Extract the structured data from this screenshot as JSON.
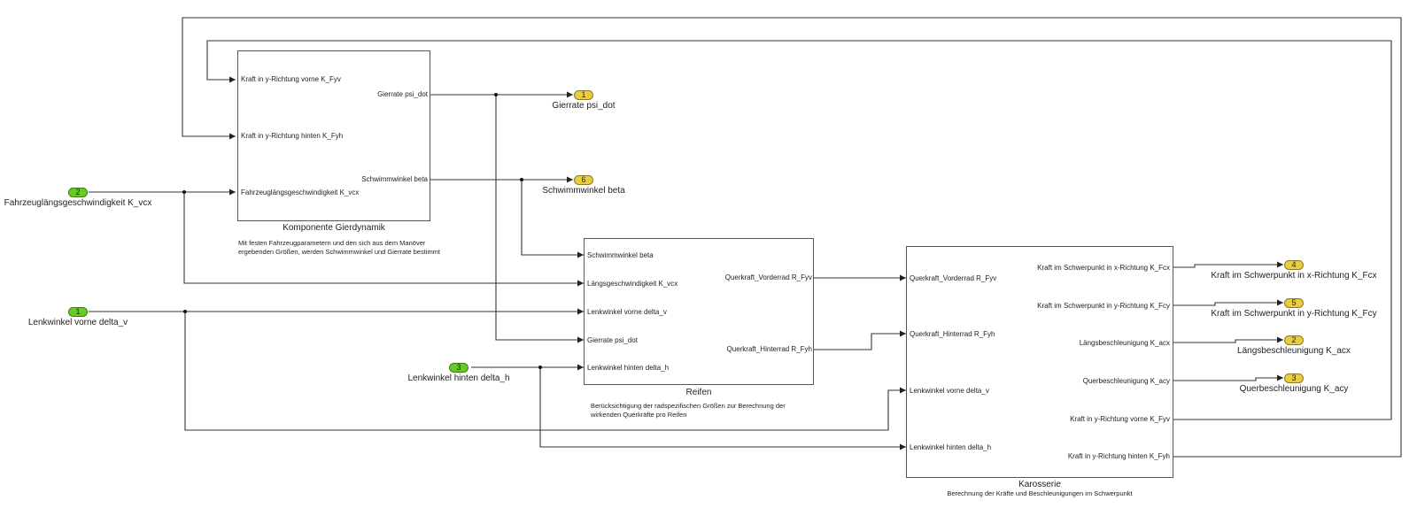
{
  "diagram": {
    "type": "simulink-block-diagram",
    "colors": {
      "inport_fill": "#66cc22",
      "outport_fill": "#e8cc44",
      "line": "#333333",
      "block_border": "#555555"
    },
    "blocks": {
      "gierdynamik": {
        "title": "Komponente Gierdynamik",
        "description_lines": [
          "Mit festen Fahrzeugparametern und den sich aus dem Manöver",
          "ergebenden Größen, werden Schwimmwinkel und Gierrate bestimmt"
        ],
        "inputs": [
          "Kraft in y-Richtung vorne K_Fyv",
          "Kraft in y-Richtung hinten K_Fyh",
          "Fahrzeuglängsgeschwindigkeit K_vcx"
        ],
        "outputs": [
          "Gierrate psi_dot",
          "Schwimmwinkel beta"
        ]
      },
      "reifen": {
        "title": "Reifen",
        "description_lines": [
          "Berücksichtigung der radspezifischen Größen zur Berechnung der",
          "wirkenden Querkräfte pro Reifen"
        ],
        "inputs": [
          "Schwimmwinkel beta",
          "Längsgeschwindigkeit K_vcx",
          "Lenkwinkel vorne delta_v",
          "Gierrate psi_dot",
          "Lenkwinkel hinten delta_h"
        ],
        "outputs": [
          "Querkraft_Vorderrad R_Fyv",
          "Querkraft_Hinterrad R_Fyh"
        ]
      },
      "karosserie": {
        "title": "Karosserie",
        "description_lines": [
          "Berechnung der Kräfte und Beschleunigungen im Schwerpunkt"
        ],
        "inputs": [
          "Querkraft_Vorderrad R_Fyv",
          "Querkraft_Hinterrad R_Fyh",
          "Lenkwinkel vorne delta_v",
          "Lenkwinkel hinten delta_h"
        ],
        "outputs": [
          "Kraft im Schwerpunkt in x-Richtung K_Fcx",
          "Kraft im Schwerpunkt in y-Richtung K_Fcy",
          "Längsbeschleunigung K_acx",
          "Querbeschleunigung K_acy",
          "Kraft in y-Richtung vorne K_Fyv",
          "Kraft in y-Richtung hinten K_Fyh"
        ]
      }
    },
    "inports": [
      {
        "number": "2",
        "label": "Fahrzeuglängsgeschwindigkeit K_vcx"
      },
      {
        "number": "1",
        "label": "Lenkwinkel vorne delta_v"
      },
      {
        "number": "3",
        "label": "Lenkwinkel hinten delta_h"
      }
    ],
    "outports": [
      {
        "number": "1",
        "label": "Gierrate psi_dot"
      },
      {
        "number": "6",
        "label": "Schwimmwinkel beta"
      },
      {
        "number": "4",
        "label": "Kraft im Schwerpunkt in x-Richtung K_Fcx"
      },
      {
        "number": "5",
        "label": "Kraft im Schwerpunkt in y-Richtung K_Fcy"
      },
      {
        "number": "2",
        "label": "Längsbeschleunigung K_acx"
      },
      {
        "number": "3",
        "label": "Querbeschleunigung K_acy"
      }
    ],
    "connections": [
      {
        "from": "inport 2",
        "to": [
          "gierdynamik.Fahrzeuglängsgeschwindigkeit K_vcx",
          "reifen.Längsgeschwindigkeit K_vcx"
        ]
      },
      {
        "from": "inport 1",
        "to": [
          "reifen.Lenkwinkel vorne delta_v",
          "karosserie.Lenkwinkel vorne delta_v"
        ]
      },
      {
        "from": "inport 3",
        "to": [
          "reifen.Lenkwinkel hinten delta_h",
          "karosserie.Lenkwinkel hinten delta_h"
        ]
      },
      {
        "from": "gierdynamik.Gierrate psi_dot",
        "to": [
          "outport 1",
          "reifen.Gierrate psi_dot"
        ]
      },
      {
        "from": "gierdynamik.Schwimmwinkel beta",
        "to": [
          "outport 6",
          "reifen.Schwimmwinkel beta"
        ]
      },
      {
        "from": "reifen.Querkraft_Vorderrad R_Fyv",
        "to": [
          "karosserie.Querkraft_Vorderrad R_Fyv"
        ]
      },
      {
        "from": "reifen.Querkraft_Hinterrad R_Fyh",
        "to": [
          "karosserie.Querkraft_Hinterrad R_Fyh"
        ]
      },
      {
        "from": "karosserie.Kraft im Schwerpunkt in x-Richtung K_Fcx",
        "to": [
          "outport 4"
        ]
      },
      {
        "from": "karosserie.Kraft im Schwerpunkt in y-Richtung K_Fcy",
        "to": [
          "outport 5"
        ]
      },
      {
        "from": "karosserie.Längsbeschleunigung K_acx",
        "to": [
          "outport 2"
        ]
      },
      {
        "from": "karosserie.Querbeschleunigung K_acy",
        "to": [
          "outport 3"
        ]
      },
      {
        "from": "karosserie.Kraft in y-Richtung vorne K_Fyv",
        "to": [
          "gierdynamik.Kraft in y-Richtung vorne K_Fyv"
        ]
      },
      {
        "from": "karosserie.Kraft in y-Richtung hinten K_Fyh",
        "to": [
          "gierdynamik.Kraft in y-Richtung hinten K_Fyh"
        ]
      }
    ]
  }
}
